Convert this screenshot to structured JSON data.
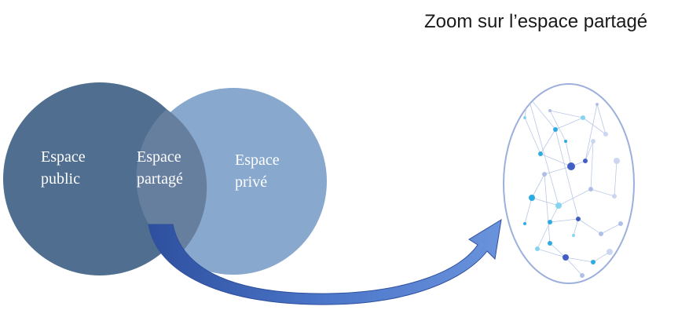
{
  "zoom_title": "Zoom sur l’espace partagé",
  "circles": {
    "public": {
      "line1": "Espace",
      "line2": "public",
      "color": "#506e8f"
    },
    "shared": {
      "line1": "Espace",
      "line2": "partagé",
      "color": "#667f9f"
    },
    "private": {
      "line1": "Espace",
      "line2": "privé",
      "color": "#88a8cd"
    }
  },
  "arrow_color": "#3f66b8",
  "network": {
    "node_colors": [
      "#18a3e0",
      "#2f4fbf",
      "#a7b9e6",
      "#7ad1ee",
      "#c9d3f0"
    ],
    "edge_color": "#b9c7e6"
  }
}
